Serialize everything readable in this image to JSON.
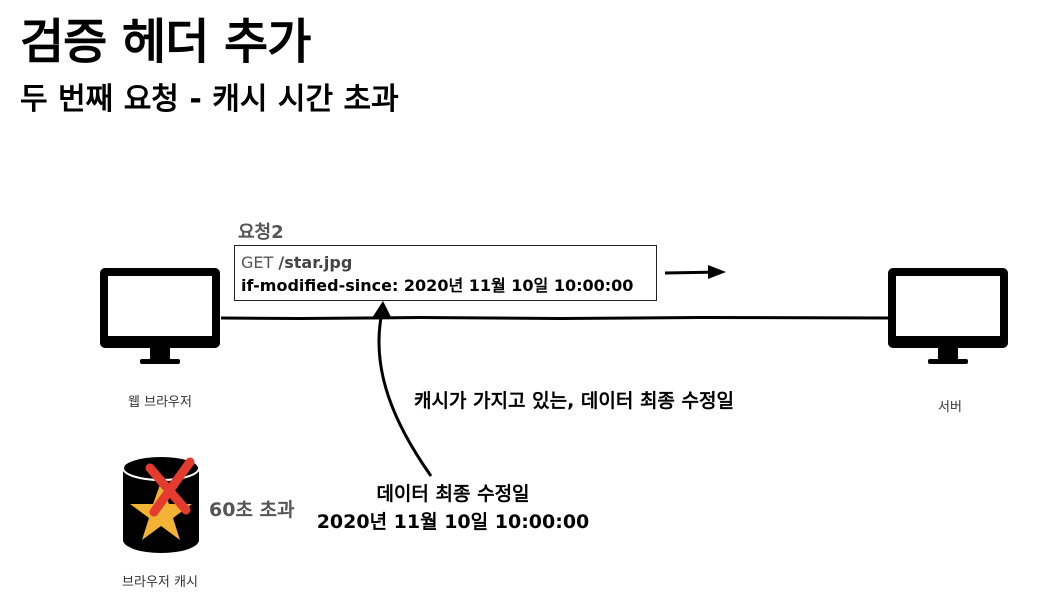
{
  "header": {
    "title": "검증 헤더 추가",
    "subtitle": "두 번째 요청 - 캐시 시간 초과"
  },
  "request": {
    "label": "요청2",
    "method": "GET",
    "path": "/star.jpg",
    "header_line": "if-modified-since: 2020년 11월 10일 10:00:00"
  },
  "client": {
    "label": "웹 브라우저"
  },
  "server": {
    "label": "서버"
  },
  "cache": {
    "label": "브라우저 캐시",
    "status": "60초 초과",
    "data_title": "데이터 최종 수정일",
    "data_value": "2020년 11월 10일 10:00:00"
  },
  "annotation": "캐시가 가지고 있는, 데이터 최종 수정일",
  "icons": [
    "monitor-icon",
    "cylinder-icon",
    "star-icon",
    "x-mark-icon",
    "arrow-icon"
  ],
  "colors": {
    "star": "#f2b335",
    "x_mark": "#e53b2f",
    "ink": "#000000"
  }
}
